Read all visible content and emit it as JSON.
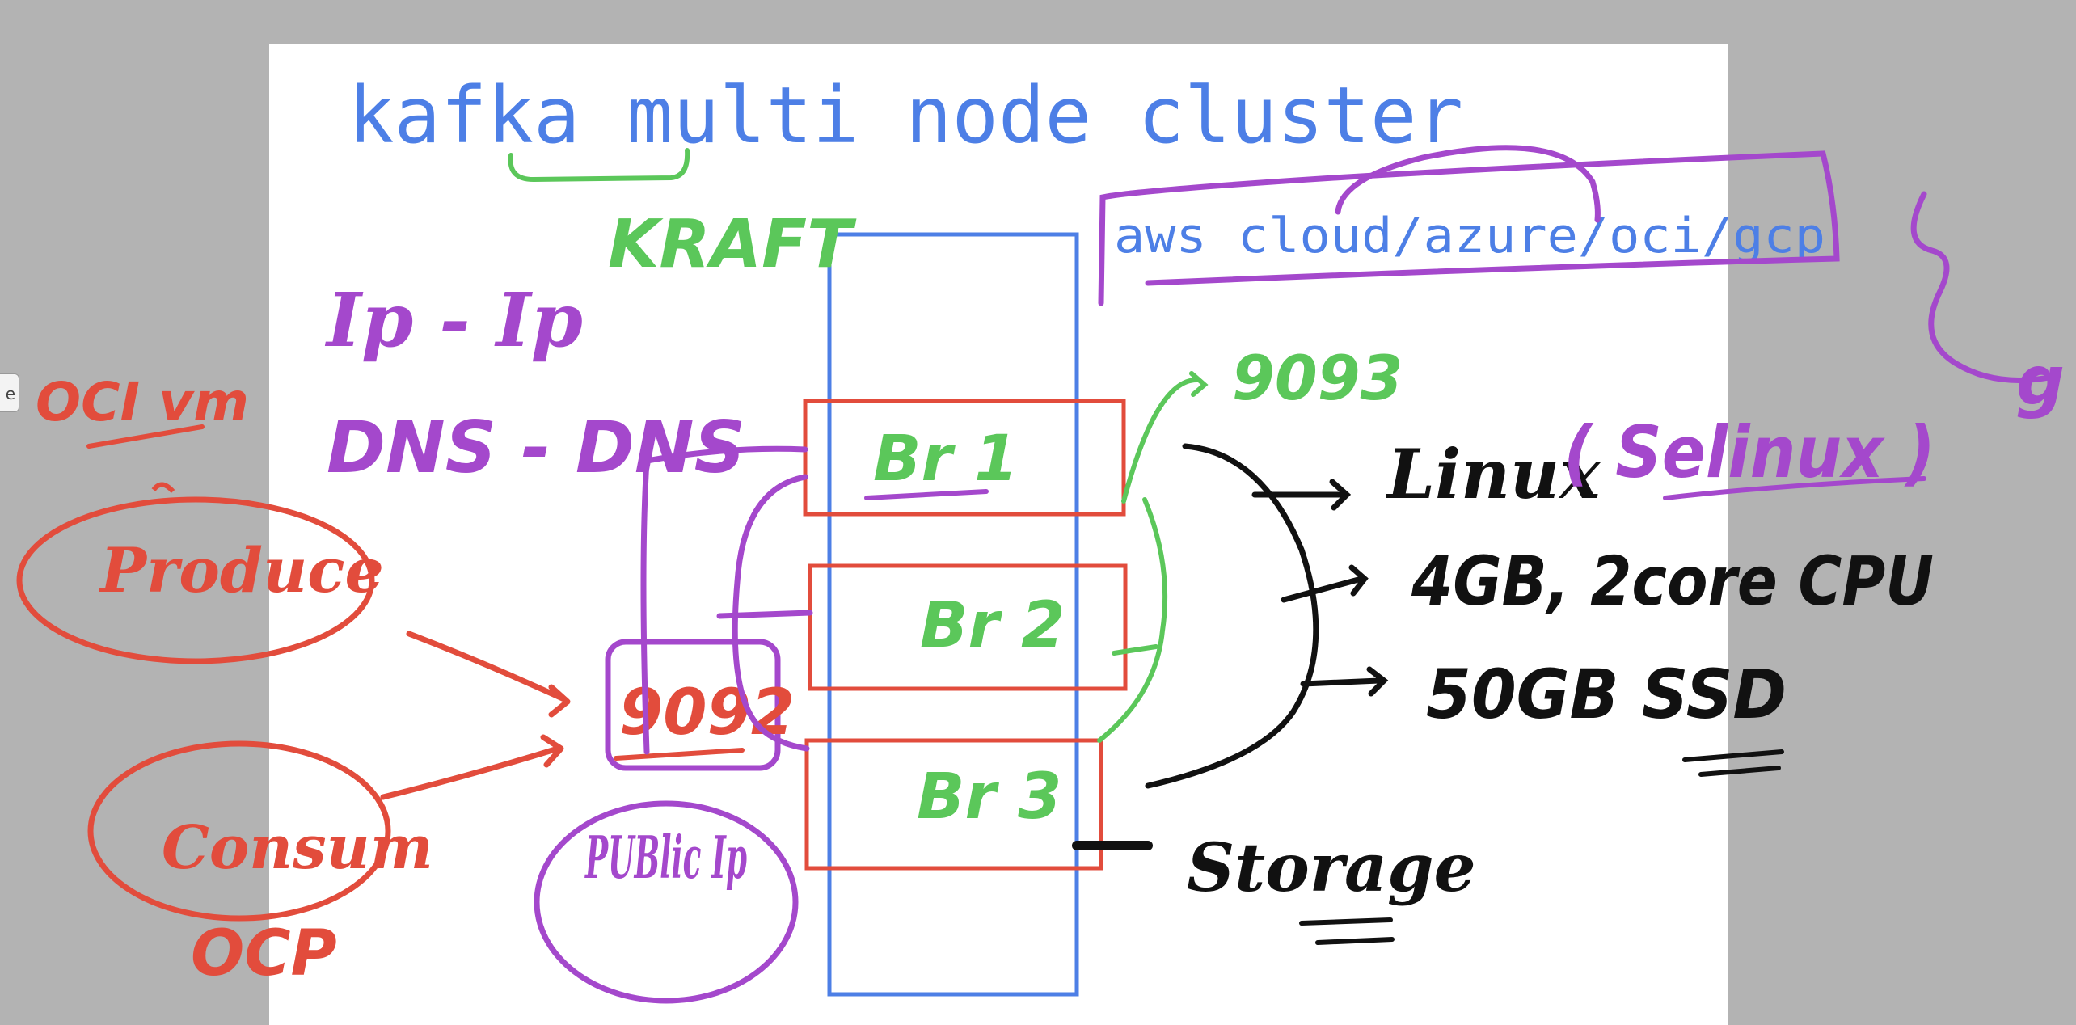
{
  "title": "kafka multi node cluster",
  "cloud_label": "aws cloud/azure/oci/gcp",
  "handwritten": {
    "kraft": "KRAFT",
    "ip_ip": "Ip - Ip",
    "dns_dns": "DNS - DNS",
    "oci_vm": "OCI vm",
    "producer": "Produce",
    "consumer": "Consum",
    "ocp": "OCP",
    "port_9092": "9092",
    "port_9093": "9093",
    "public_ip": "PUBlic Ip",
    "broker_1": "Br 1",
    "broker_2": "Br 2",
    "broker_3": "Br 3",
    "linux": "Linux",
    "selinux": "( Selinux )",
    "spec_ram_cpu": "4GB, 2core CPU",
    "spec_disk": "50GB SSD",
    "storage": "Storage",
    "edge_mark": "g"
  },
  "edge_handle_label": "e",
  "colors": {
    "background": "#b3b3b3",
    "slide": "#ffffff",
    "typed_blue": "#4d7fe6",
    "ink_green": "#5bc75a",
    "ink_red": "#e24c3c",
    "ink_purple": "#a448cc",
    "ink_black": "#111111"
  }
}
